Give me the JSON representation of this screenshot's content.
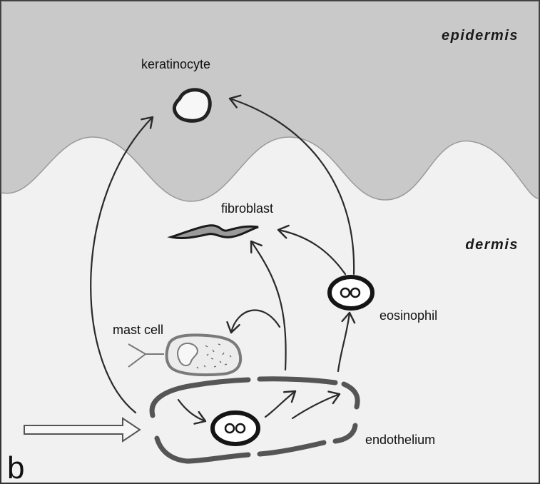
{
  "labels": {
    "epidermis": "epidermis",
    "dermis": "dermis",
    "keratinocyte": "keratinocyte",
    "fibroblast": "fibroblast",
    "mast_cell": "mast cell",
    "eosinophil": "eosinophil",
    "endothelium": "endothelium",
    "panel": "b"
  },
  "colors": {
    "epidermis_fill": "#c9c9c9",
    "dermis_fill": "#f1f1f1",
    "line": "#2a2a2a",
    "endothelium_stroke": "#555555",
    "mast_cell_outline": "#7a7a7a"
  }
}
